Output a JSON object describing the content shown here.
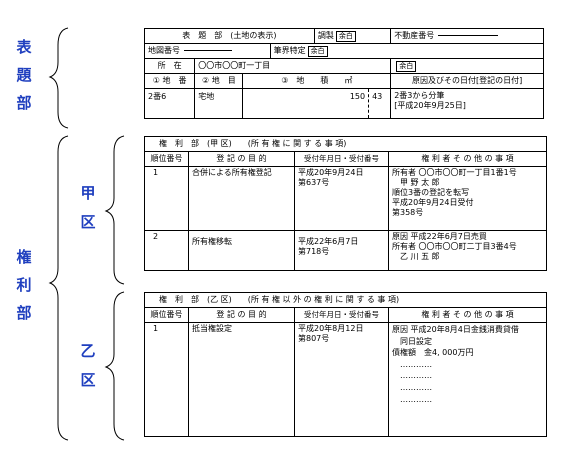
{
  "side_labels": {
    "hyodai": [
      "表",
      "題",
      "部"
    ],
    "kenri": [
      "権",
      "利",
      "部"
    ],
    "kou": [
      "甲",
      "区"
    ],
    "otsu": [
      "乙",
      "区"
    ]
  },
  "hyodai_table": {
    "title": "表　題　部　(土地の表示)",
    "chosei": "調製",
    "chosei_box": "余白",
    "fudosan_bango": "不動産番号",
    "chizu_bango": "地図番号",
    "hikkai_tokutei": "筆界特定",
    "hikkai_box": "余白",
    "shozai_label": "所　在",
    "shozai_value": "〇〇市〇〇町一丁目",
    "shozai_box": "余白",
    "col_chiban": "① 地　番",
    "col_chimoku": "② 地　目",
    "col_chiseki": "③　地　　積　　㎡",
    "col_genin": "原因及びその日付[登記の日付]",
    "row_chiban": "2番6",
    "row_chimoku": "宅地",
    "row_chiseki_int": "150",
    "row_chiseki_dec": "43",
    "row_genin": "2番3から分筆\n[平成20年9月25日]"
  },
  "kou_table": {
    "title": "権　利　部　(甲 区)　　(所 有 権 に 関 す る 事 項)",
    "col_juni": "順位番号",
    "col_mokuteki": "登 記 の 目 的",
    "col_uketsuke": "受付年月日・受付番号",
    "col_kenrisha": "権 利 者 そ の 他 の 事 項",
    "rows": [
      {
        "juni": "1",
        "mokuteki": "合併による所有権登記",
        "uketsuke": "平成20年9月24日\n第637号",
        "kenrisha": "所有者 〇〇市〇〇町一丁目1番1号\n　甲 野 太 郎\n順位3番の登記を転写\n平成20年9月24日受付\n第358号"
      },
      {
        "juni": "2",
        "mokuteki": "所有権移転",
        "uketsuke": "平成22年6月7日\n第718号",
        "kenrisha": "原因 平成22年6月7日売買\n所有者 〇〇市〇〇町二丁目3番4号\n　乙 川 五 郎"
      }
    ]
  },
  "otsu_table": {
    "title": "権　利　部　(乙 区)　　(所 有 権 以 外 の 権 利 に 関 す る 事 項)",
    "col_juni": "順位番号",
    "col_mokuteki": "登 記 の 目 的",
    "col_uketsuke": "受付年月日・受付番号",
    "col_kenrisha": "権 利 者 そ の 他 の 事 項",
    "rows": [
      {
        "juni": "1",
        "mokuteki": "抵当権設定",
        "uketsuke": "平成20年8月12日\n第807号",
        "kenrisha": "原因 平成20年8月4日金銭消費貸借\n　同日設定\n債権額　金4, 000万円\n　‥‥‥‥‥‥\n　‥‥‥‥‥‥\n　‥‥‥‥‥‥\n　‥‥‥‥‥‥"
      }
    ]
  }
}
